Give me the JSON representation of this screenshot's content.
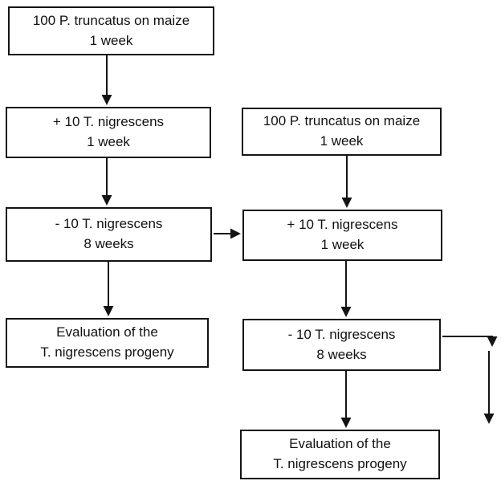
{
  "boxes": {
    "left1": {
      "line1": "100 P. truncatus on maize",
      "line2": "1 week"
    },
    "left2": {
      "line1": "+ 10 T. nigrescens",
      "line2": "1 week"
    },
    "left3": {
      "line1": "- 10 T. nigrescens",
      "line2": "8 weeks"
    },
    "left4": {
      "line1": "Evaluation of the",
      "line2": "T. nigrescens progeny"
    },
    "right1": {
      "line1": "100 P. truncatus on maize",
      "line2": "1 week"
    },
    "right2": {
      "line1": "+ 10 T. nigrescens",
      "line2": "1 week"
    },
    "right3": {
      "line1": "- 10 T. nigrescens",
      "line2": "8 weeks"
    },
    "right4": {
      "line1": "Evaluation of the",
      "line2": "T. nigrescens progeny"
    }
  },
  "colors": {
    "line": "#141414",
    "background": "#ffffff"
  }
}
